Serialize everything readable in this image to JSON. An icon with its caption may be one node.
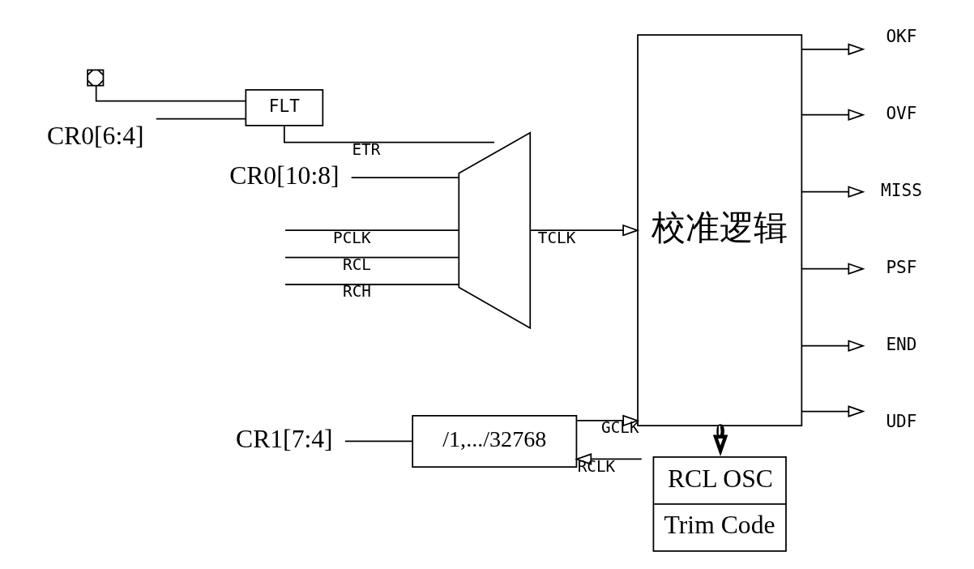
{
  "diagram": {
    "nodes": [
      {
        "text": [
          "/1,.../32768"
        ]
      },
      {
        "text": [
          "RCL OSC",
          "Trim Code"
        ]
      },
      {
        "text": [
          "校准逻辑"
        ]
      },
      {
        "text": [],
        "shape": "trapezoid"
      },
      {
        "text": [
          "FLT"
        ]
      },
      {
        "text": [],
        "shape": "box"
      },
      {
        "text": [
          "CR1[7:4]"
        ]
      },
      {
        "text": [
          "CR0[6:4]"
        ]
      },
      {
        "text": [
          "CR0[10:8]"
        ]
      },
      {
        "text": [
          "OKF"
        ]
      },
      {
        "text": [
          "OVF"
        ]
      },
      {
        "text": [
          "MISS"
        ]
      },
      {
        "text": [
          "PSF"
        ]
      },
      {
        "text": [
          "END"
        ]
      },
      {
        "text": [
          "UDF"
        ]
      }
    ],
    "edges": [
      {
        "from": 1,
        "to": 0,
        "arrow": "to",
        "label": "RCLK"
      },
      {
        "from": 6,
        "to": 0,
        "arrow": "none"
      },
      {
        "from": 0,
        "to": 2,
        "arrow": "to",
        "label": "GCLK"
      },
      {
        "from": 2,
        "to": 1,
        "arrow": "to",
        "style": "thick"
      },
      {
        "from": 7,
        "to": 4,
        "arrow": "none"
      },
      {
        "from": 5,
        "to": 4,
        "arrow": "none"
      },
      {
        "from": 4,
        "to": 3,
        "arrow": "none",
        "label": "ETR"
      },
      {
        "from": null,
        "to": 3,
        "arrow": "none",
        "label": "PCLK"
      },
      {
        "from": null,
        "to": 3,
        "arrow": "none",
        "label": "RCL"
      },
      {
        "from": null,
        "to": 3,
        "arrow": "none",
        "label": "RCH"
      },
      {
        "from": 3,
        "to": 2,
        "arrow": "to",
        "label": "TCLK"
      },
      {
        "from": 8,
        "to": 3,
        "arrow": "none"
      },
      {
        "from": 2,
        "to": 9,
        "arrow": "to"
      },
      {
        "from": 2,
        "to": 10,
        "arrow": "to"
      },
      {
        "from": 2,
        "to": 11,
        "arrow": "to"
      },
      {
        "from": 2,
        "to": 12,
        "arrow": "to"
      },
      {
        "from": 2,
        "to": 13,
        "arrow": "to"
      },
      {
        "from": 2,
        "to": 14,
        "arrow": "to"
      }
    ]
  }
}
